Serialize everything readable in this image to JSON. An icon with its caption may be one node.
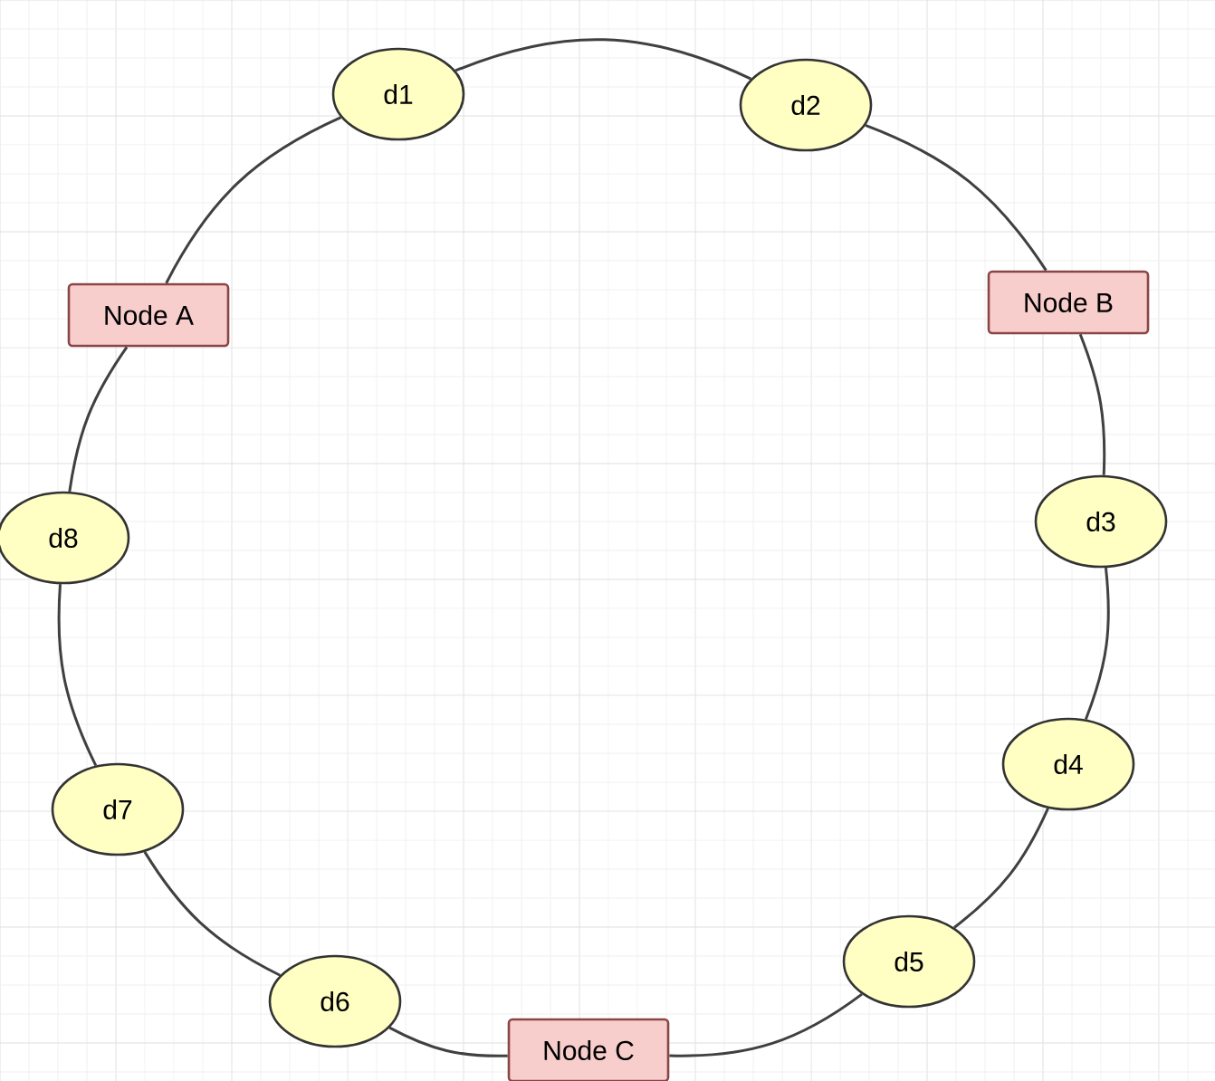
{
  "diagram": {
    "nodes": [
      {
        "text": [
          "d1"
        ]
      },
      {
        "text": [
          "d2"
        ]
      },
      {
        "text": [
          "Node B"
        ]
      },
      {
        "text": [
          "d3"
        ]
      },
      {
        "text": [
          "d4"
        ]
      },
      {
        "text": [
          "d5"
        ]
      },
      {
        "text": [
          "Node C"
        ]
      },
      {
        "text": [
          "d6"
        ]
      },
      {
        "text": [
          "d7"
        ]
      },
      {
        "text": [
          "d8"
        ]
      },
      {
        "text": [
          "Node A"
        ]
      }
    ],
    "edges": [
      {
        "from": 0,
        "to": 1,
        "arrow": "none"
      },
      {
        "from": 1,
        "to": 2,
        "arrow": "none"
      },
      {
        "from": 2,
        "to": 3,
        "arrow": "none"
      },
      {
        "from": 3,
        "to": 4,
        "arrow": "none"
      },
      {
        "from": 4,
        "to": 5,
        "arrow": "none"
      },
      {
        "from": 5,
        "to": 6,
        "arrow": "none"
      },
      {
        "from": 6,
        "to": 7,
        "arrow": "none"
      },
      {
        "from": 7,
        "to": 8,
        "arrow": "none"
      },
      {
        "from": 8,
        "to": 9,
        "arrow": "none"
      },
      {
        "from": 9,
        "to": 10,
        "arrow": "none"
      },
      {
        "from": 10,
        "to": 0,
        "arrow": "none"
      }
    ]
  }
}
